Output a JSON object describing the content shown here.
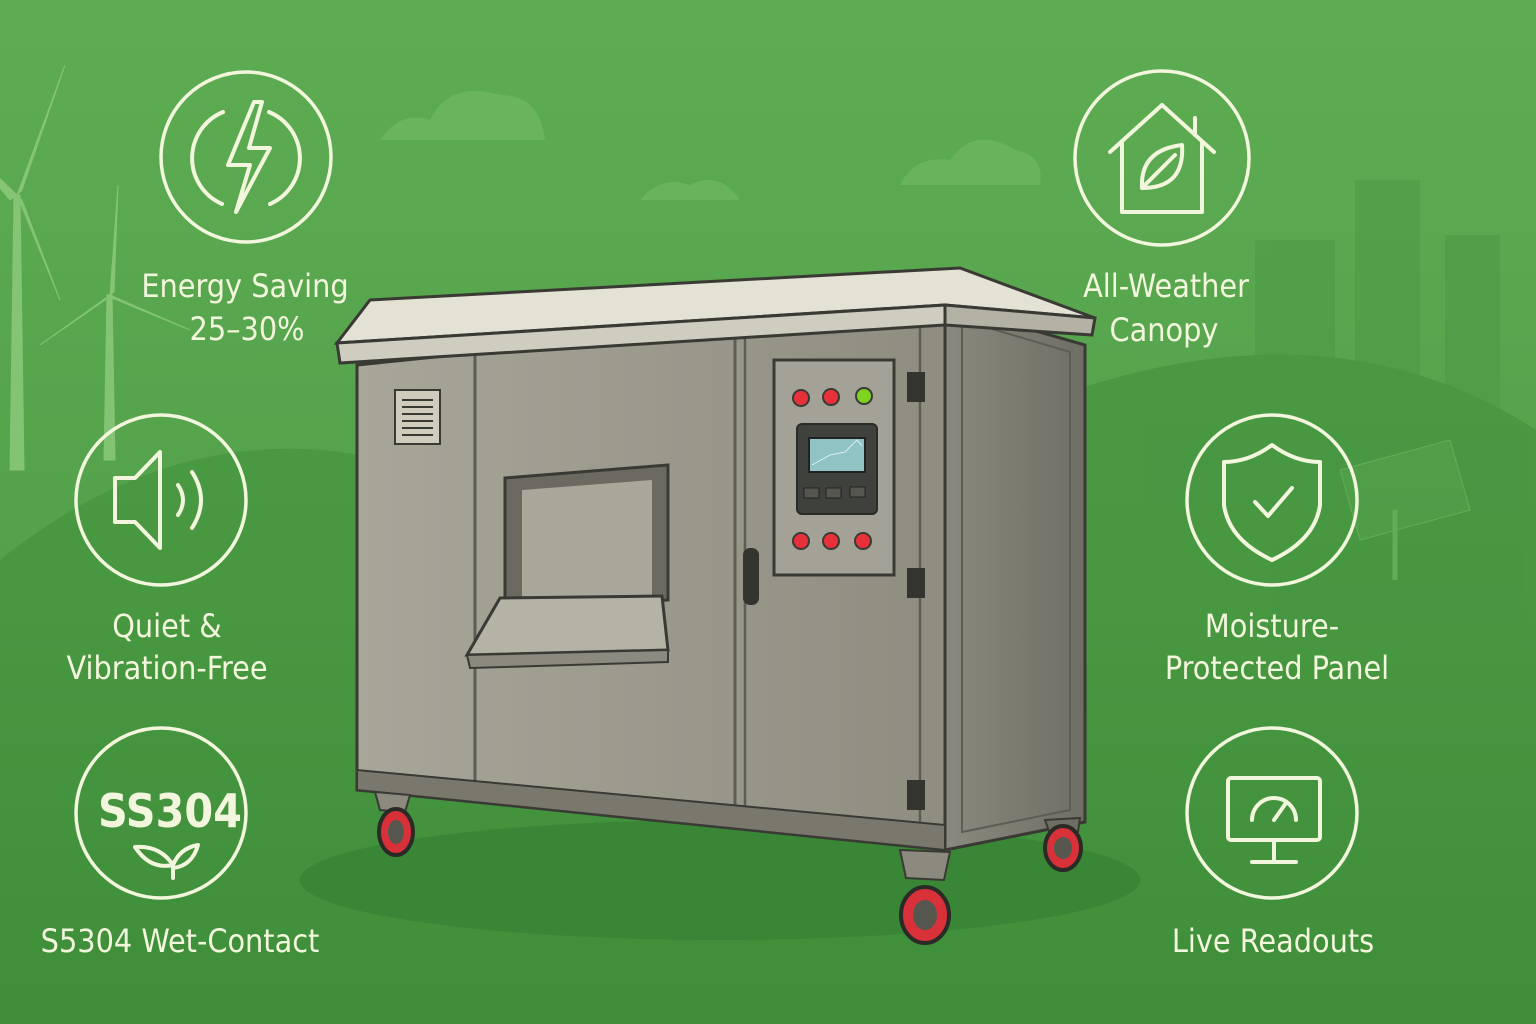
{
  "features": {
    "energy": {
      "line1": "Energy Saving",
      "line2": "25–30%",
      "icon": "lightning-icon"
    },
    "quiet": {
      "line1": "Quiet &",
      "line2": "Vibration-Free",
      "icon": "speaker-icon"
    },
    "material": {
      "badge": "SS304",
      "line1": "S5304 Wet-Contact",
      "icon": "leaf-icon"
    },
    "canopy": {
      "line1": "All-Weather",
      "line2": "Canopy",
      "icon": "house-leaf-icon"
    },
    "moisture": {
      "line1": "Moisture-",
      "line2": "Protected Panel",
      "icon": "shield-check-icon"
    },
    "readouts": {
      "line1": "Live Readouts",
      "icon": "monitor-gauge-icon"
    }
  },
  "colors": {
    "background_top": "#5eac52",
    "background_bottom": "#3e8c3a",
    "icon_stroke": "#f2f6dc",
    "steel": "#9c9a8c",
    "indicator_red": "#e8303a",
    "indicator_green": "#7ed321"
  }
}
